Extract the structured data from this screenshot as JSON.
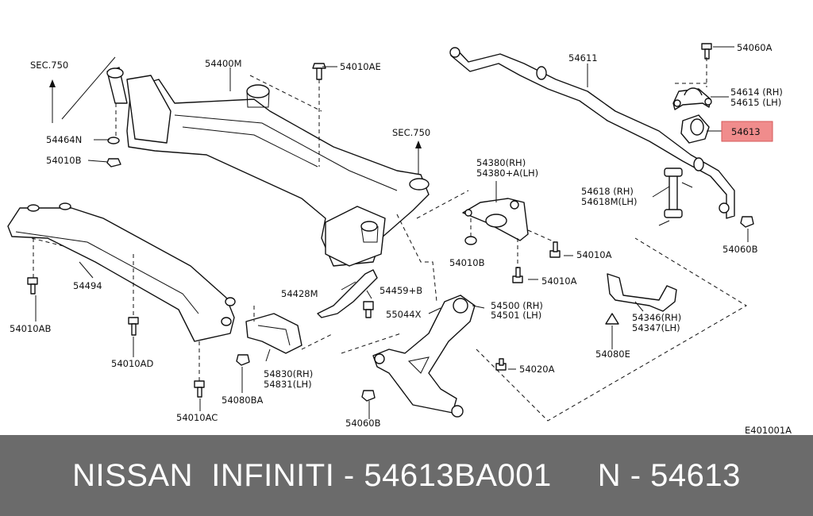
{
  "diagram": {
    "labels": {
      "sec750_left": "SEC.750",
      "sec750_right": "SEC.750",
      "p54400M": "54400M",
      "p54010AE": "54010AE",
      "p54464N": "54464N",
      "p54010B_top": "54010B",
      "p54494": "54494",
      "p54010AB": "54010AB",
      "p54010AD": "54010AD",
      "p54010AC": "54010AC",
      "p54080BA": "54080BA",
      "p54830": "54830(RH)",
      "p54831": "54831(LH)",
      "p54428M": "54428M",
      "p54459B": "54459+B",
      "p55044X": "55044X",
      "p54500": "54500 (RH)",
      "p54501": "54501 (LH)",
      "p54060B_bottom": "54060B",
      "p54020A": "54020A",
      "p54380": "54380(RH)",
      "p54380A": "54380+A(LH)",
      "p54010B_mid": "54010B",
      "p54010A_1": "54010A",
      "p54010A_2": "54010A",
      "p54611": "54611",
      "p54060A": "54060A",
      "p54614": "54614 (RH)",
      "p54615": "54615 (LH)",
      "p54613": "54613",
      "p54618": "54618 (RH)",
      "p54618M": "54618M(LH)",
      "p54060B_right": "54060B",
      "p54346": "54346(RH)",
      "p54347": "54347(LH)",
      "p54080E": "54080E",
      "code": "E401001A"
    },
    "highlight_color": "#f08c8c"
  },
  "footer": {
    "text": "NISSAN  INFINITI - 54613BA001     N - 54613",
    "background": "#6b6b6b"
  }
}
